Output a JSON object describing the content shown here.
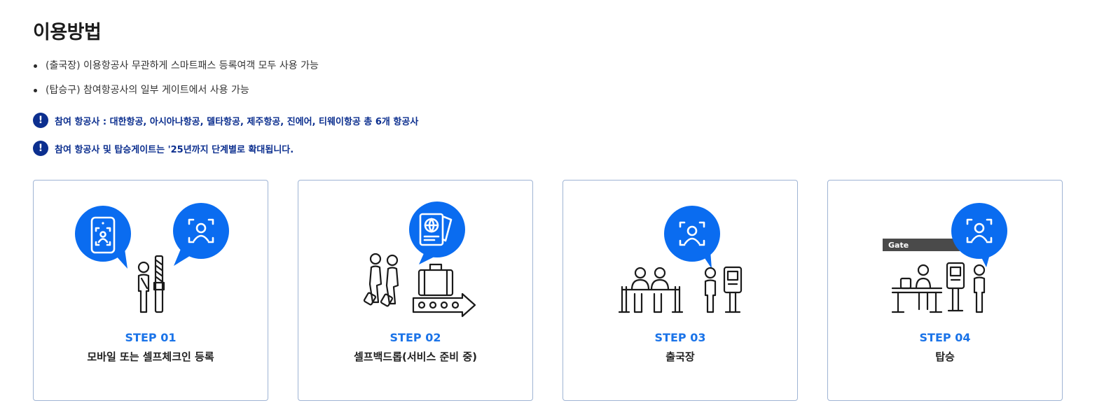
{
  "page": {
    "title": "이용방법"
  },
  "bullets": [
    "(출국장) 이용항공사 무관하게 스마트패스 등록여객 모두 사용 가능",
    "(탑승구) 참여항공사의 일부 게이트에서 사용 가능"
  ],
  "notices": [
    {
      "icon": "!",
      "text": "참여 항공사 : 대한항공, 아시아나항공, 델타항공, 제주항공, 진에어, 티웨이항공 총 6개 항공사"
    },
    {
      "icon": "!",
      "text": "참여 항공사 및 탑승게이트는 '25년까지 단계별로 확대됩니다."
    }
  ],
  "steps": [
    {
      "label": "STEP 01",
      "desc": "모바일 또는 셀프체크인 등록",
      "icon": "face-scan-mobile-icon"
    },
    {
      "label": "STEP 02",
      "desc": "셀프백드롭(서비스 준비 중)",
      "icon": "passport-baggage-icon",
      "tag": ""
    },
    {
      "label": "STEP 03",
      "desc": "출국장",
      "icon": "departure-face-scan-icon"
    },
    {
      "label": "STEP 04",
      "desc": "탑승",
      "icon": "boarding-gate-icon",
      "tag": "Gate"
    }
  ],
  "colors": {
    "accent": "#1a73e8",
    "notice": "#0c2f8f",
    "bubble": "#0a6cf0",
    "card_border": "#9fb4d4"
  }
}
